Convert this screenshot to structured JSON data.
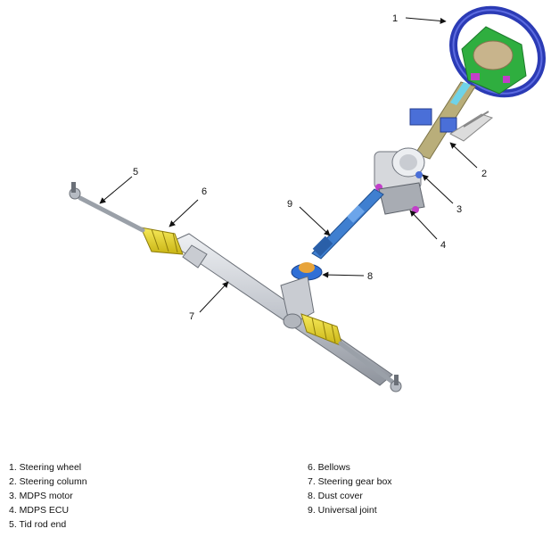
{
  "callouts": [
    "1",
    "2",
    "3",
    "4",
    "5",
    "6",
    "7",
    "8",
    "9"
  ],
  "legend": {
    "left": [
      "1. Steering wheel",
      "2. Steering column",
      "3. MDPS motor",
      "4. MDPS ECU",
      "5. Tid rod end"
    ],
    "right": [
      "6. Bellows",
      "7. Steering gear box",
      "8. Dust cover",
      "9. Universal joint"
    ]
  },
  "colors": {
    "steering_wheel": "#2b3bb5",
    "airbag": "#2fae3f",
    "bellows": "#e6d21e",
    "column": "#b9ae7a",
    "motor": "#d9d9d9",
    "universal_joint": "#3f7fd0",
    "dust_cover": "#2f6fd6",
    "rack_housing": "#c9ccd2"
  }
}
